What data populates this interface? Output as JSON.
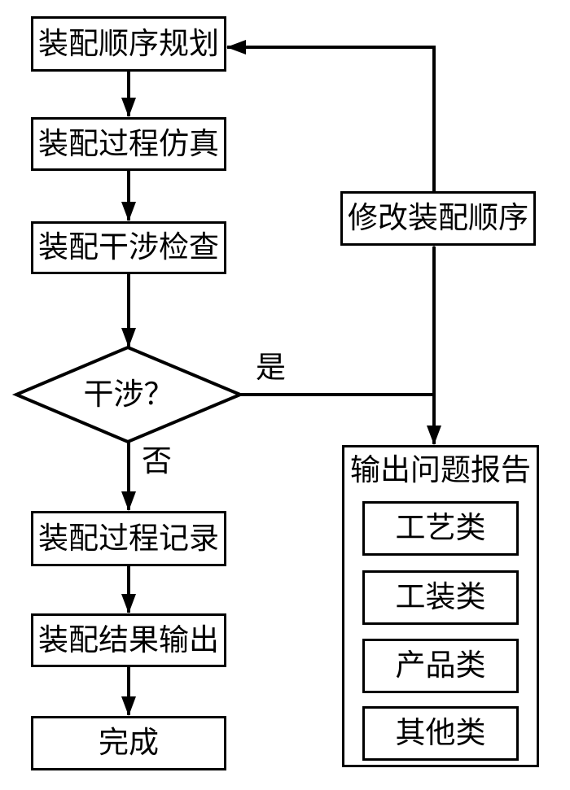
{
  "nodes": {
    "plan": "装配顺序规划",
    "simulate": "装配过程仿真",
    "check": "装配干涉检查",
    "decision": "干涉？",
    "record": "装配过程记录",
    "result": "装配结果输出",
    "done": "完成",
    "modify": "修改装配顺序"
  },
  "report": {
    "title": "输出问题报告",
    "categories": [
      "工艺类",
      "工装类",
      "产品类",
      "其他类"
    ]
  },
  "edge_labels": {
    "yes": "是",
    "no": "否"
  },
  "colors": {
    "line": "#000000",
    "background": "#ffffff",
    "text": "#000000"
  }
}
